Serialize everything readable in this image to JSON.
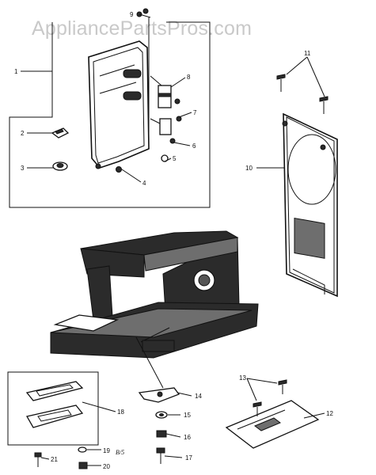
{
  "watermark": "AppliancePartsPros.com",
  "ref_code": "B/5",
  "callouts": {
    "c1": "1",
    "c2": "2",
    "c3": "3",
    "c4": "4",
    "c5": "5",
    "c6": "6",
    "c7": "7",
    "c8": "8",
    "c9": "9",
    "c10": "10",
    "c11": "11",
    "c12": "12",
    "c13": "13",
    "c14": "14",
    "c15": "15",
    "c16": "16",
    "c17": "17",
    "c18": "18",
    "c19": "19",
    "c20": "20",
    "c21": "21"
  }
}
